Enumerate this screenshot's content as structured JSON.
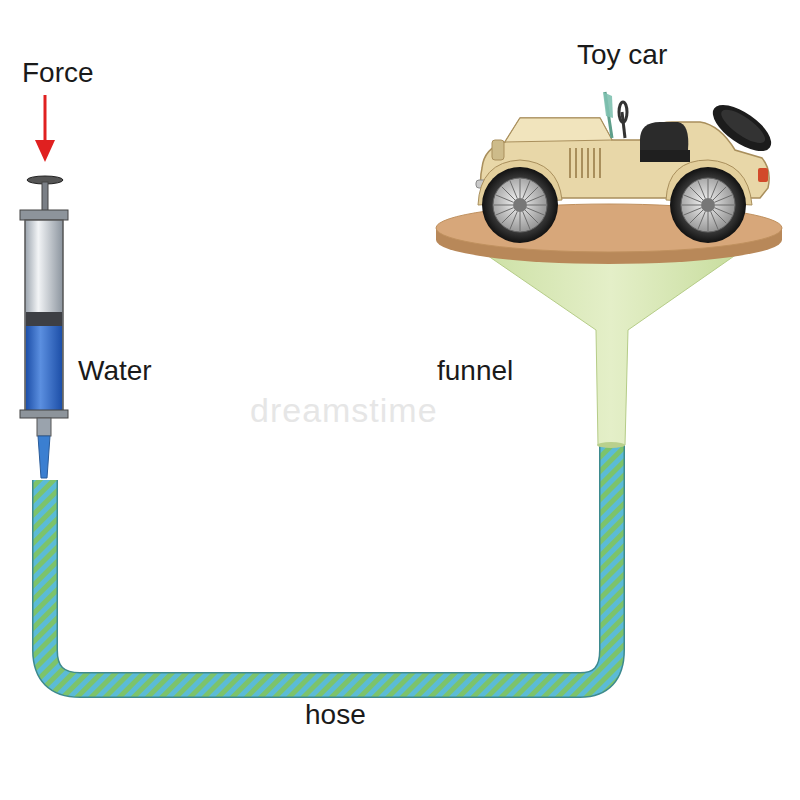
{
  "diagram": {
    "labels": [
      "Force",
      "Water",
      "funnel",
      "Toy car",
      "hose",
      "dreamstime"
    ]
  }
}
